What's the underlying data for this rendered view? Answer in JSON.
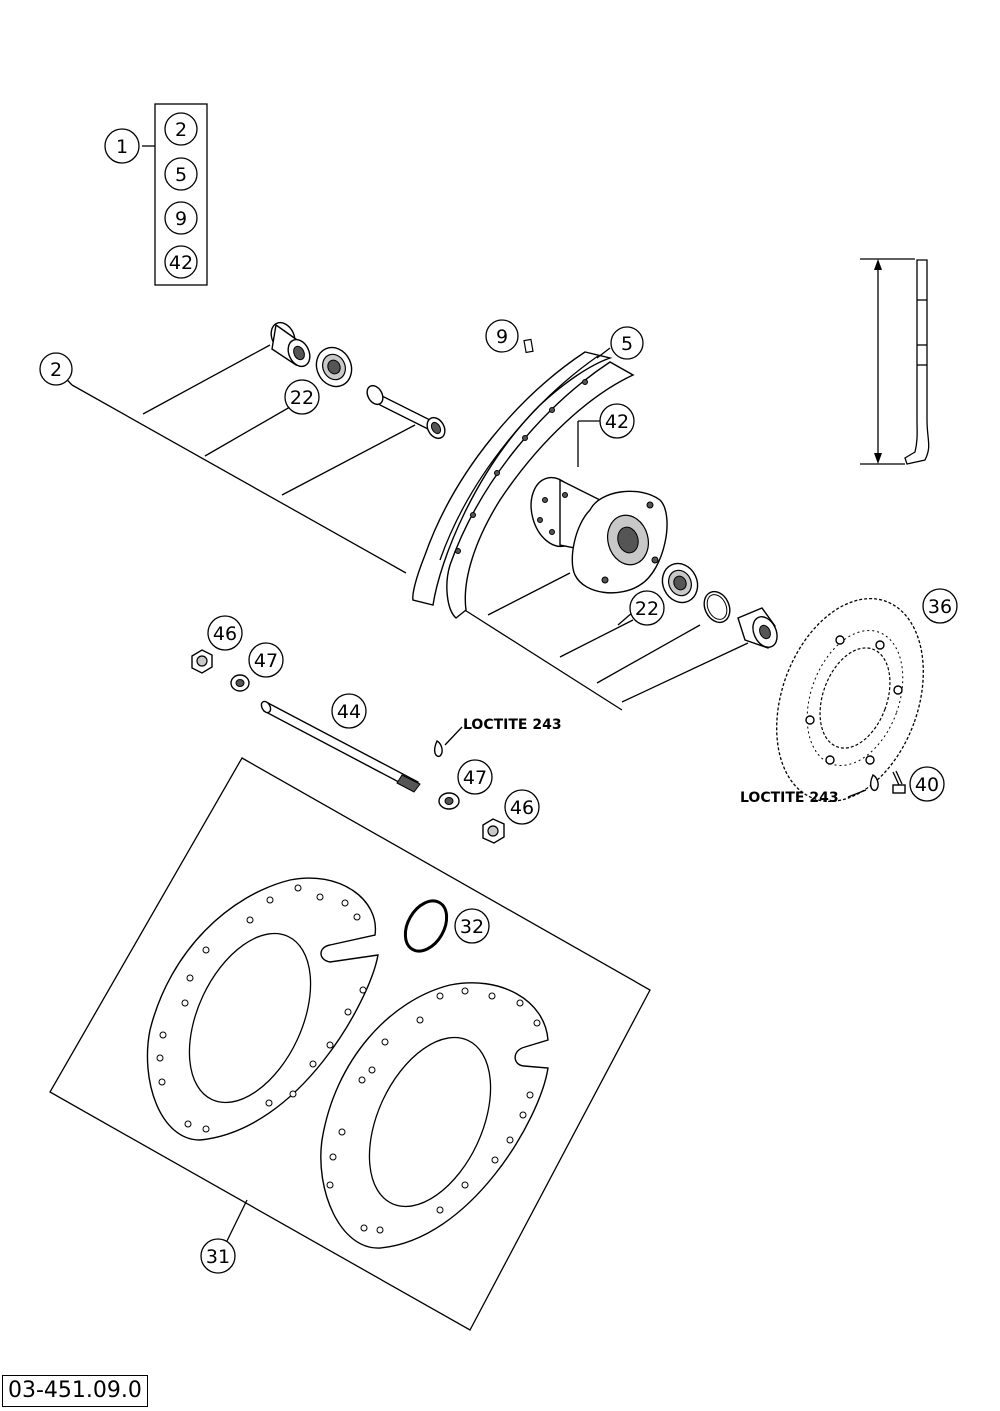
{
  "document_code": "03-451.09.0",
  "notes": {
    "loctite_axle": "LOCTITE 243",
    "loctite_disc": "LOCTITE 243"
  },
  "kit": {
    "label": "1",
    "items": [
      "2",
      "5",
      "9",
      "42"
    ]
  },
  "callouts": {
    "c2": "2",
    "c9": "9",
    "c5": "5",
    "c42": "42",
    "c22a": "22",
    "c22b": "22",
    "c36": "36",
    "c46a": "46",
    "c47a": "47",
    "c44": "44",
    "c47b": "47",
    "c46b": "46",
    "c40": "40",
    "c32": "32",
    "c31": "31"
  }
}
